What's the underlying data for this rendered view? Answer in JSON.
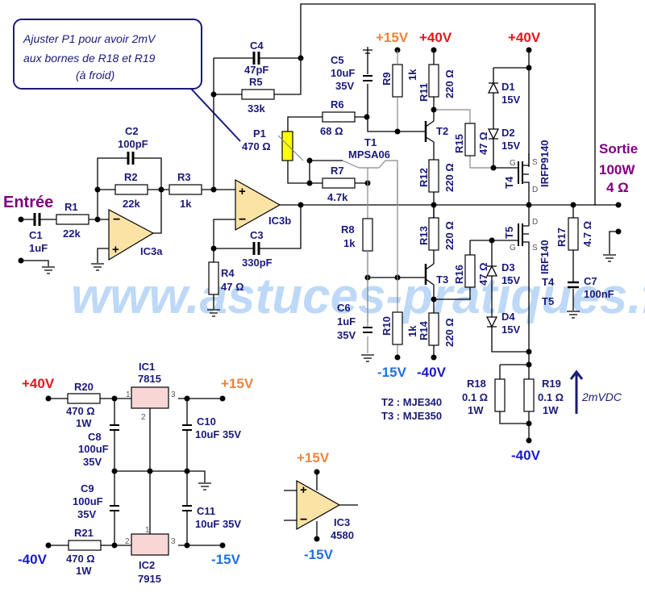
{
  "title": "100W 4Ω MOSFET amplifier schematic",
  "note": {
    "lines": [
      "Ajuster P1 pour avoir 2mV",
      "aux bornes de R18 et R19",
      "(à froid)"
    ]
  },
  "watermark": "www.astuces-pratiques.fr",
  "input_label": "Entrée",
  "output": {
    "label": "Sortie",
    "power": "100W",
    "impedance": "4 Ω"
  },
  "rails": {
    "p15_top": "+15V",
    "p40_top": "+40V",
    "p40_right": "+40V",
    "m15_bottom": "-15V",
    "m40_bottom": "-40V",
    "m40_right": "-40V",
    "psu_p40": "+40V",
    "psu_p15": "+15V",
    "psu_m40": "-40V",
    "psu_m15": "-15V",
    "ic3_p15": "+15V",
    "ic3_m15": "-15V"
  },
  "colors": {
    "positive40": "#e8141c",
    "positive15": "#f0823a",
    "negative15": "#1e6ee8",
    "negative40": "#1a1ad0",
    "label": "#1a1a7a",
    "accent": "#800080"
  },
  "components": {
    "C1": {
      "name": "C1",
      "value": "1uF"
    },
    "R1": {
      "name": "R1",
      "value": "22k"
    },
    "C2": {
      "name": "C2",
      "value": "100pF"
    },
    "R2": {
      "name": "R2",
      "value": "22k"
    },
    "IC3a": {
      "name": "IC3a"
    },
    "R3": {
      "name": "R3",
      "value": "1k"
    },
    "C4": {
      "name": "C4",
      "value": "47pF"
    },
    "R5": {
      "name": "R5",
      "value": "33k"
    },
    "IC3b": {
      "name": "IC3b"
    },
    "C3": {
      "name": "C3",
      "value": "330pF"
    },
    "R4": {
      "name": "R4",
      "value": "47 Ω"
    },
    "P1": {
      "name": "P1",
      "value": "470 Ω"
    },
    "R6": {
      "name": "R6",
      "value": "68 Ω"
    },
    "R7": {
      "name": "R7",
      "value": "4.7k"
    },
    "T1": {
      "name": "T1",
      "value": "MPSA06"
    },
    "C5": {
      "name": "C5",
      "value": "10uF",
      "voltage": "35V"
    },
    "R9": {
      "name": "R9",
      "value": "1k"
    },
    "R11": {
      "name": "R11",
      "value": "220 Ω"
    },
    "T2": {
      "name": "T2"
    },
    "R12": {
      "name": "R12",
      "value": "220 Ω"
    },
    "R13": {
      "name": "R13",
      "value": "220 Ω"
    },
    "T3": {
      "name": "T3"
    },
    "R8": {
      "name": "R8",
      "value": "1k"
    },
    "C6": {
      "name": "C6",
      "value": "1uF",
      "voltage": "35V"
    },
    "R10": {
      "name": "R10",
      "value": "1k"
    },
    "R14": {
      "name": "R14",
      "value": "220 Ω"
    },
    "R15": {
      "name": "R15",
      "value": "47 Ω"
    },
    "R16": {
      "name": "R16",
      "value": "47 Ω"
    },
    "D1": {
      "name": "D1",
      "value": "15V"
    },
    "D2": {
      "name": "D2",
      "value": "15V"
    },
    "D3": {
      "name": "D3",
      "value": "15V"
    },
    "D4": {
      "name": "D4",
      "value": "15V"
    },
    "T4": {
      "name": "T4",
      "value": "IRFP9140"
    },
    "T5": {
      "name": "T5",
      "value": "IRF140"
    },
    "R17": {
      "name": "R17",
      "value": "4.7 Ω"
    },
    "C7": {
      "name": "C7",
      "value": "100nF"
    },
    "R18": {
      "name": "R18",
      "value": "0.1 Ω",
      "power": "1W"
    },
    "R19": {
      "name": "R19",
      "value": "0.1 Ω",
      "power": "1W"
    },
    "bias_measure": "2mVDC",
    "transistor_notes": [
      "T2 : MJE340",
      "T3 : MJE350"
    ],
    "T4T5_note": [
      "T4",
      "T5"
    ],
    "R20": {
      "name": "R20",
      "value": "470 Ω",
      "power": "1W"
    },
    "R21": {
      "name": "R21",
      "value": "470 Ω",
      "power": "1W"
    },
    "IC1": {
      "name": "IC1",
      "value": "7815"
    },
    "IC2": {
      "name": "IC2",
      "value": "7915"
    },
    "C8": {
      "name": "C8",
      "value": "100uF",
      "voltage": "35V"
    },
    "C9": {
      "name": "C9",
      "value": "100uF",
      "voltage": "35V"
    },
    "C10": {
      "name": "C10",
      "value": "10uF 35V"
    },
    "C11": {
      "name": "C11",
      "value": "10uF 35V"
    },
    "IC3": {
      "name": "IC3",
      "value": "4580"
    },
    "reg_pins": {
      "p1": "1",
      "p2": "2",
      "p3": "3"
    }
  }
}
